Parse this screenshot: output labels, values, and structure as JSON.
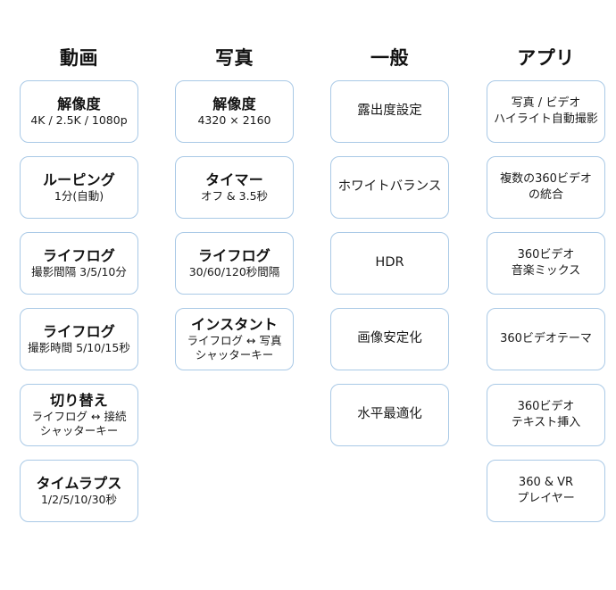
{
  "layout": {
    "card_top_start": 90,
    "card_pitch": 85,
    "border_color": "#a9c9e6",
    "background": "#ffffff"
  },
  "columns": [
    {
      "header": "動画",
      "cards": [
        {
          "style": "titled",
          "title": "解像度",
          "sub": [
            "4K / 2.5K / 1080p"
          ]
        },
        {
          "style": "titled",
          "title": "ルーピング",
          "sub": [
            "1分(自動)"
          ]
        },
        {
          "style": "titled",
          "title": "ライフログ",
          "sub": [
            "撮影間隔 3/5/10分"
          ]
        },
        {
          "style": "titled",
          "title": "ライフログ",
          "sub": [
            "撮影時間 5/10/15秒"
          ]
        },
        {
          "style": "titled",
          "title": "切り替え",
          "sub": [
            "ライフログ ↔ 接続",
            "シャッターキー"
          ]
        },
        {
          "style": "titled",
          "title": "タイムラプス",
          "sub": [
            "1/2/5/10/30秒"
          ]
        }
      ]
    },
    {
      "header": "写真",
      "cards": [
        {
          "style": "titled",
          "title": "解像度",
          "sub": [
            "4320 × 2160"
          ]
        },
        {
          "style": "titled",
          "title": "タイマー",
          "sub": [
            "オフ & 3.5秒"
          ]
        },
        {
          "style": "titled",
          "title": "ライフログ",
          "sub": [
            "30/60/120秒間隔"
          ]
        },
        {
          "style": "titled",
          "title": "インスタント",
          "sub": [
            "ライフログ ↔ 写真",
            "シャッターキー"
          ]
        }
      ]
    },
    {
      "header": "一般",
      "cards": [
        {
          "style": "plain",
          "label": [
            "露出度設定"
          ]
        },
        {
          "style": "plain",
          "label": [
            "ホワイトバランス"
          ]
        },
        {
          "style": "plain",
          "label": [
            "HDR"
          ]
        },
        {
          "style": "plain",
          "label": [
            "画像安定化"
          ]
        },
        {
          "style": "plain",
          "label": [
            "水平最適化"
          ]
        }
      ]
    },
    {
      "header": "アプリ",
      "cards": [
        {
          "style": "plain-small",
          "label": [
            "写真 / ビデオ",
            "ハイライト自動撮影"
          ]
        },
        {
          "style": "plain-small",
          "label": [
            "複数の360ビデオ",
            "の統合"
          ]
        },
        {
          "style": "plain-small",
          "label": [
            "360ビデオ",
            "音楽ミックス"
          ]
        },
        {
          "style": "plain-small",
          "label": [
            "360ビデオテーマ"
          ]
        },
        {
          "style": "plain-small",
          "label": [
            "360ビデオ",
            "テキスト挿入"
          ]
        },
        {
          "style": "plain-small",
          "label": [
            "360 & VR",
            "プレイヤー"
          ]
        }
      ]
    }
  ]
}
